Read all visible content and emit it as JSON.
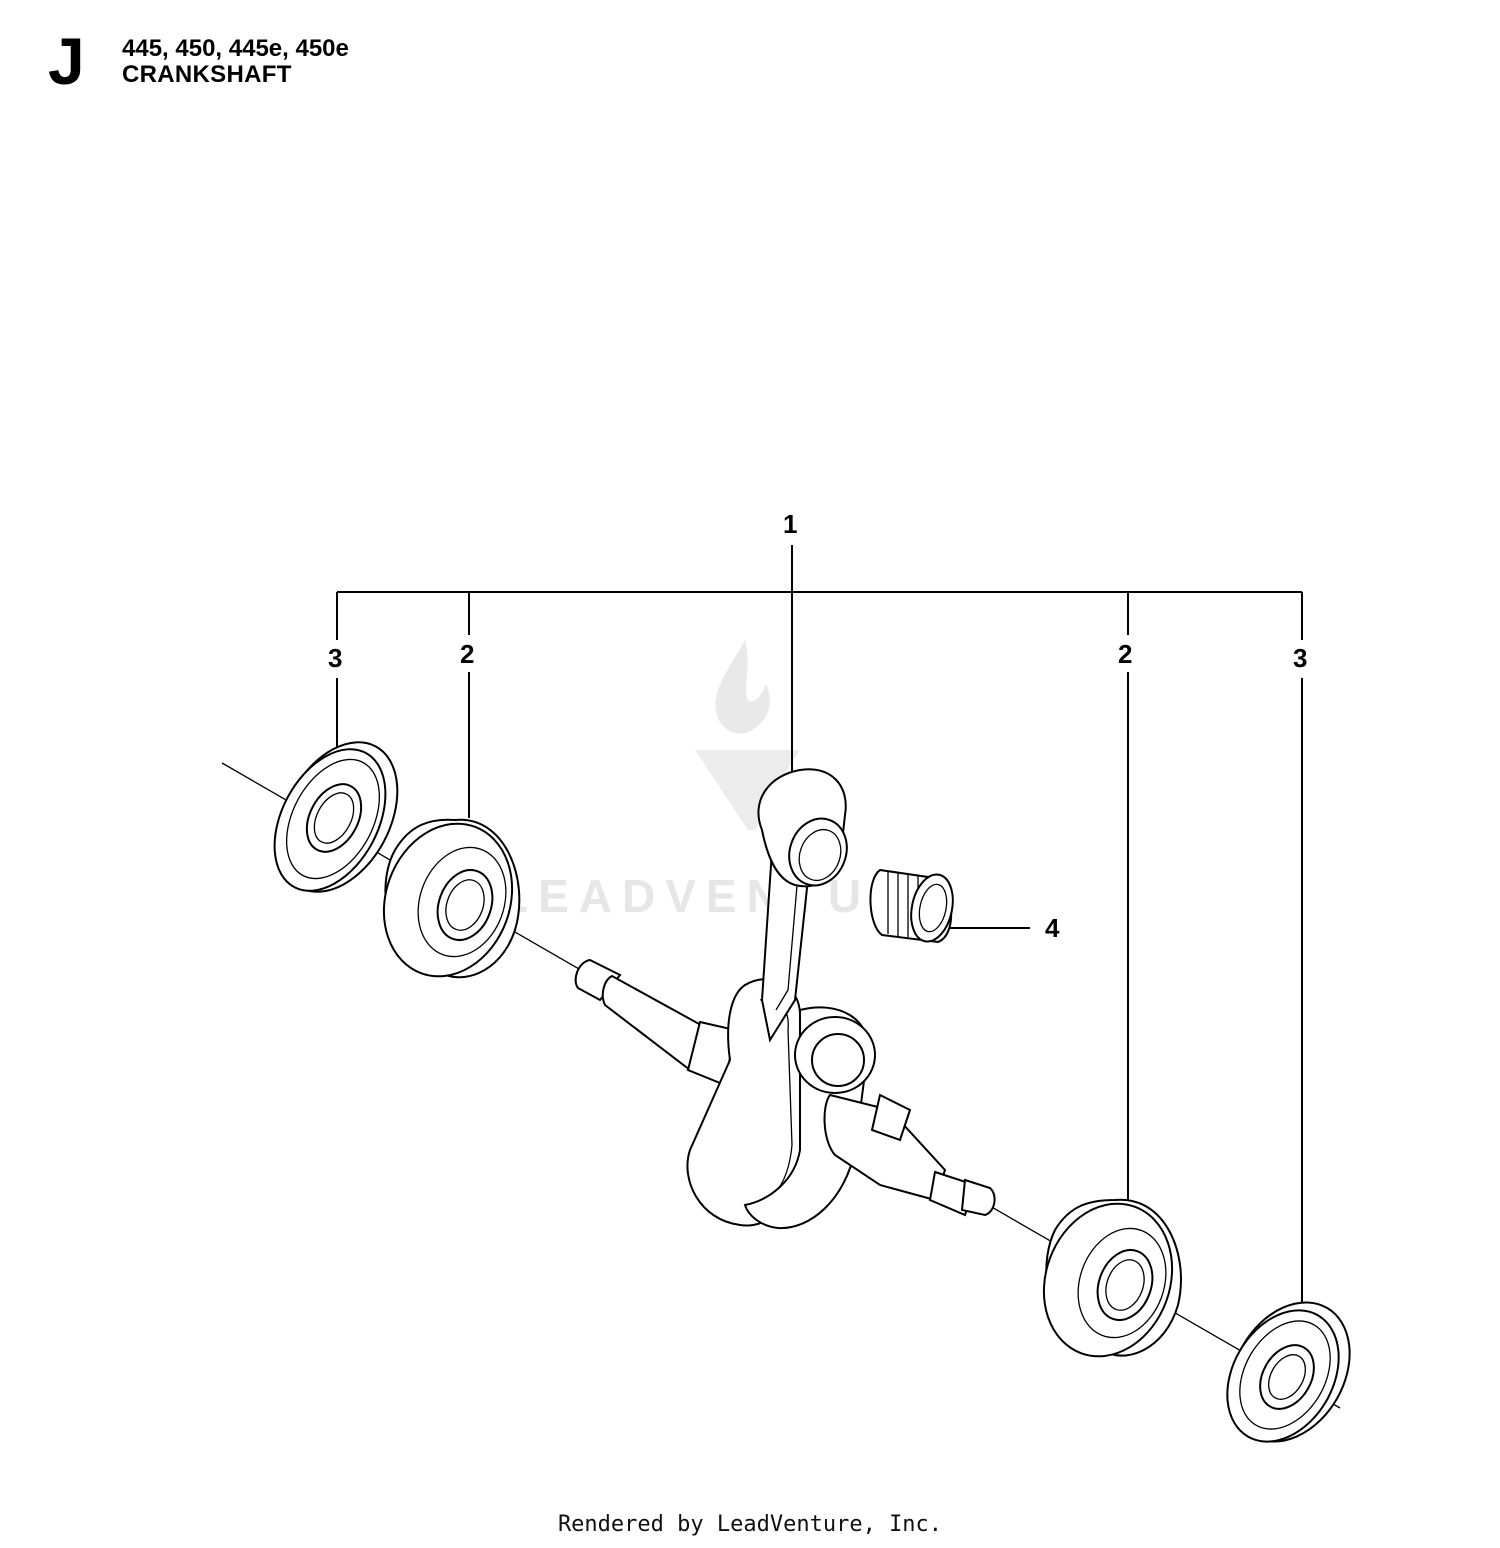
{
  "header": {
    "section_letter": "J",
    "models": "445, 450, 445e, 450e",
    "title": "CRANKSHAFT"
  },
  "callouts": {
    "crankshaft_assembly": "1",
    "bearing_left": "2",
    "bearing_right": "2",
    "seal_left": "3",
    "seal_right": "3",
    "needle_bearing": "4"
  },
  "watermark": {
    "text": "LEADVENTURE"
  },
  "footer": {
    "text": "Rendered by LeadVenture, Inc."
  }
}
